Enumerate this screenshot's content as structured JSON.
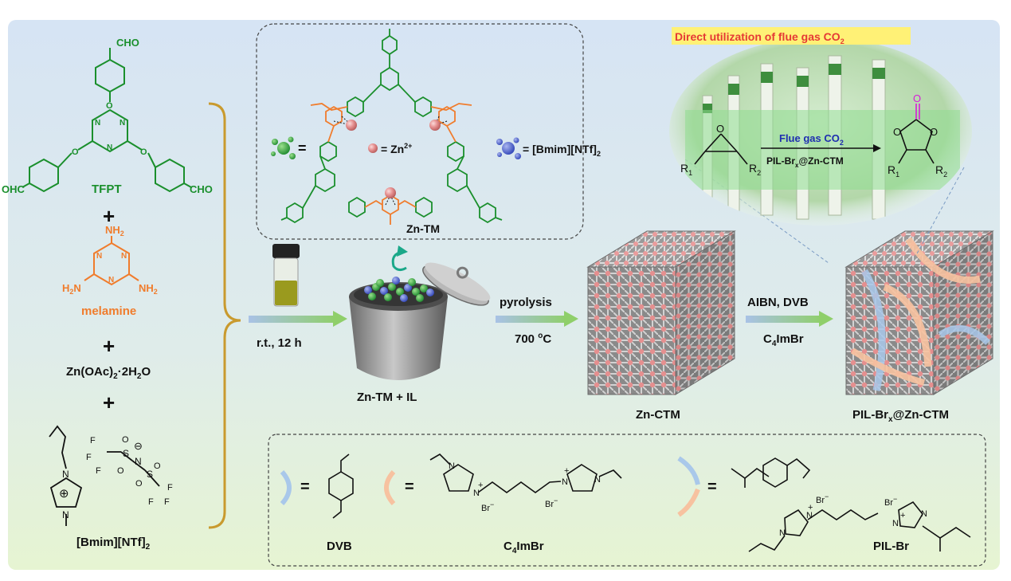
{
  "left_column": {
    "tfpt": {
      "label": "TFPT",
      "cho_top": "CHO",
      "ohc_left": "OHC",
      "cho_right": "CHO",
      "ring_atom": "N",
      "linker_atom": "O"
    },
    "plus1": "+",
    "melamine": {
      "label": "melamine",
      "nh2_top": "NH",
      "nh2_top_sub": "2",
      "h2n_left": "H",
      "h2n_left_sub": "2",
      "h2n_left_tail": "N",
      "nh2_right": "NH",
      "nh2_right_sub": "2",
      "ring_atom": "N"
    },
    "plus2": "+",
    "zinc_salt": {
      "prefix": "Zn(OAc)",
      "sub": "2",
      "suffix": "·2H",
      "sub2": "2",
      "tail": "O"
    },
    "plus3": "+",
    "ionic_liquid": {
      "label_main": "[Bmim][NTf]",
      "label_sub": "2",
      "atoms": [
        "F",
        "F",
        "F",
        "S",
        "O",
        "O",
        "N",
        "S",
        "O",
        "O",
        "F",
        "F",
        "F",
        "N",
        "N"
      ],
      "charge_minus": "⊖",
      "charge_plus": "⊕"
    }
  },
  "zn_tm_box": {
    "title": "Zn-TM",
    "legend_il": "= [Bmim][NTf]",
    "legend_il_sub": "2",
    "legend_zn": "= Zn",
    "legend_zn_sup": "2+",
    "legend_eq": "="
  },
  "steps": {
    "step1": "r.t., 12 h",
    "vessel_label": "Zn-TM + IL",
    "step2_top": "pyrolysis",
    "step2_bottom_prefix": "700 ",
    "step2_bottom_sup": "o",
    "step2_bottom_suffix": "C",
    "cube1_label": "Zn-CTM",
    "step3_top": "AIBN, DVB",
    "step3_bottom_prefix": "C",
    "step3_bottom_sub": "4",
    "step3_bottom_suffix": "ImBr",
    "cube2_label_prefix": "PIL-Br",
    "cube2_label_sub": "x",
    "cube2_label_suffix": "@Zn-CTM"
  },
  "flue_gas_panel": {
    "title_prefix": "Direct utilization of flue gas CO",
    "title_sub": "2",
    "arrow_top_prefix": "Flue gas CO",
    "arrow_top_sub": "2",
    "arrow_bottom_prefix": "PIL-Br",
    "arrow_bottom_sub": "x",
    "arrow_bottom_suffix": "@Zn-CTM",
    "r1": "R",
    "r1_sub": "1",
    "r2": "R",
    "r2_sub": "2",
    "o": "O"
  },
  "legend_box": {
    "dvb_label": "DVB",
    "c4imbr_label_prefix": "C",
    "c4imbr_label_sub": "4",
    "c4imbr_label_suffix": "ImBr",
    "pilbr_label": "PIL-Br",
    "eq": "=",
    "br": "Br",
    "minus": "−",
    "plus": "+",
    "n": "N"
  },
  "colors": {
    "background_top": "#d7e5f3",
    "background_bottom": "#e4f3d4",
    "green": "#1a8f2c",
    "orange": "#f07c2c",
    "zn_sphere": "#e89a9a",
    "bracket": "#c99a2e",
    "panel_title_bg": "#fff176",
    "panel_title_fg": "#e53935",
    "carbonyl_o": "#d81bd8"
  }
}
